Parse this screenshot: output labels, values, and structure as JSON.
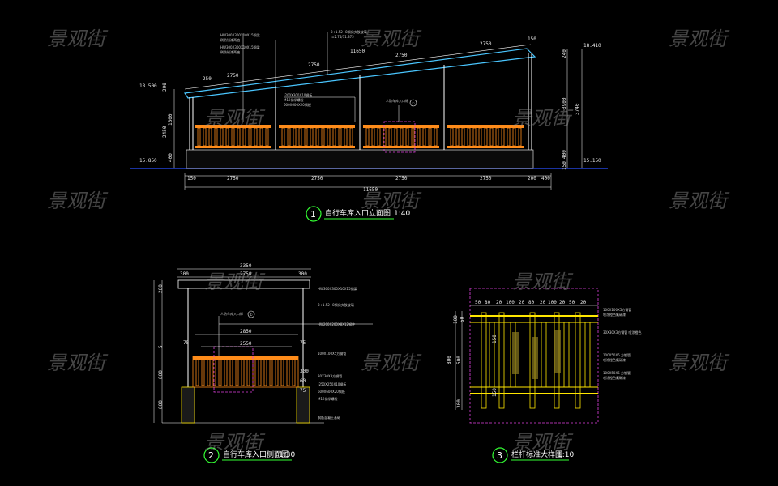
{
  "watermark": "景观街",
  "drawings": {
    "front": {
      "number": "1",
      "title": "自行车库入口立面图",
      "scale": "1:40",
      "bottom_dims": [
        "150",
        "2750",
        "2750",
        "2750",
        "2750",
        "200",
        "400"
      ],
      "total": "11650",
      "top_total": "11650",
      "slope_dims": [
        "2750",
        "2750",
        "2750",
        "2750",
        "250",
        "150"
      ],
      "levels": [
        "18.500",
        "15.850",
        "18.410",
        "15.150"
      ],
      "left_dims": [
        "200",
        "2450",
        "1600",
        "400"
      ],
      "right_dims": [
        "240",
        "3900",
        "3740",
        "400",
        "150"
      ],
      "tag": "①"
    },
    "side": {
      "number": "2",
      "title": "自行车库入口侧面图",
      "scale": "1:30",
      "top_dims": [
        "3350",
        "300",
        "2750",
        "300"
      ],
      "mid_dims": [
        "2850",
        "2550"
      ],
      "left_dims": [
        "200",
        "5",
        "800",
        "800"
      ],
      "right_dims": [
        "75",
        "75",
        "300",
        "60",
        "75"
      ],
      "tag": "①"
    },
    "detail": {
      "number": "3",
      "title": "栏杆标准大样图",
      "scale": "1:10",
      "top_dims": [
        "50",
        "80",
        "20",
        "100",
        "20",
        "80",
        "20",
        "100",
        "20",
        "50",
        "20"
      ],
      "left_dims": [
        "100",
        "50",
        "800",
        "500",
        "300"
      ],
      "inner_dims": [
        "150",
        "150"
      ]
    }
  },
  "colors": {
    "line": "#ffffff",
    "cyan": "#4ac6ff",
    "orange": "#ff8c1a",
    "magenta": "#e040e0",
    "yellow": "#ffe600",
    "green": "#33ff33",
    "blue": "#2a50ff",
    "red": "#ff4040"
  }
}
